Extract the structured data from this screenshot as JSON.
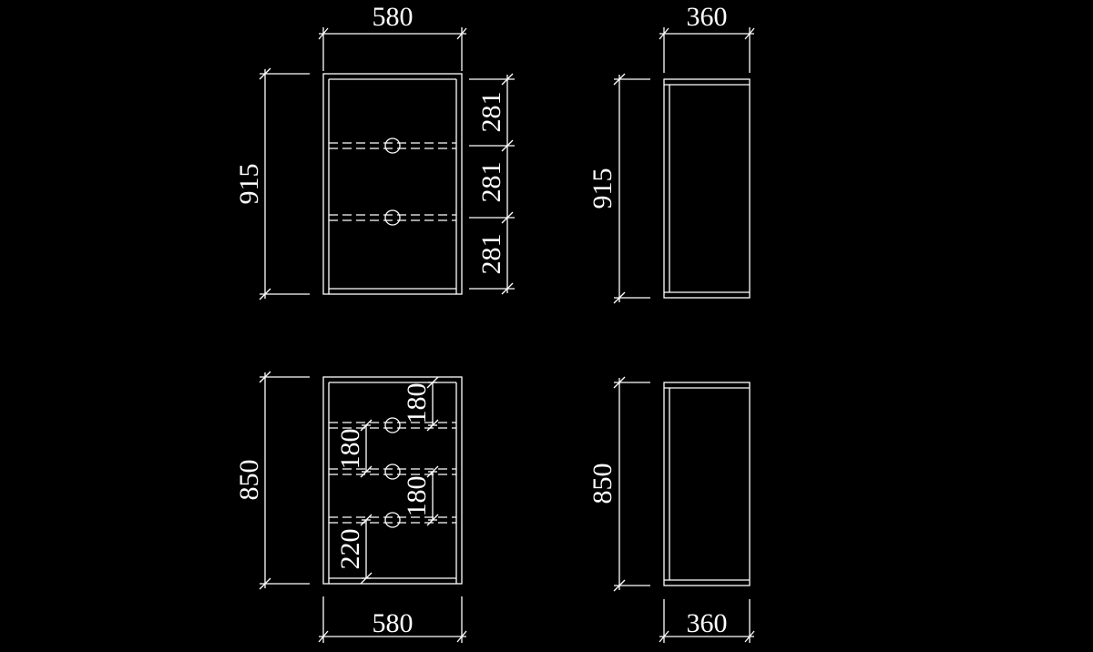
{
  "dimensions": {
    "top_front_width": "580",
    "top_side_width": "360",
    "top_front_height": "915",
    "top_side_height": "915",
    "top_shelf_1": "281",
    "top_shelf_2": "281",
    "top_shelf_3": "281",
    "bottom_front_height": "850",
    "bottom_side_height": "850",
    "bottom_shelf_upper": "180",
    "bottom_shelf_middle": "180",
    "bottom_shelf_lower": "180",
    "bottom_base": "220",
    "bottom_front_width": "580",
    "bottom_side_width": "360"
  },
  "colors": {
    "line": "#ffffff",
    "background": "#000000"
  }
}
